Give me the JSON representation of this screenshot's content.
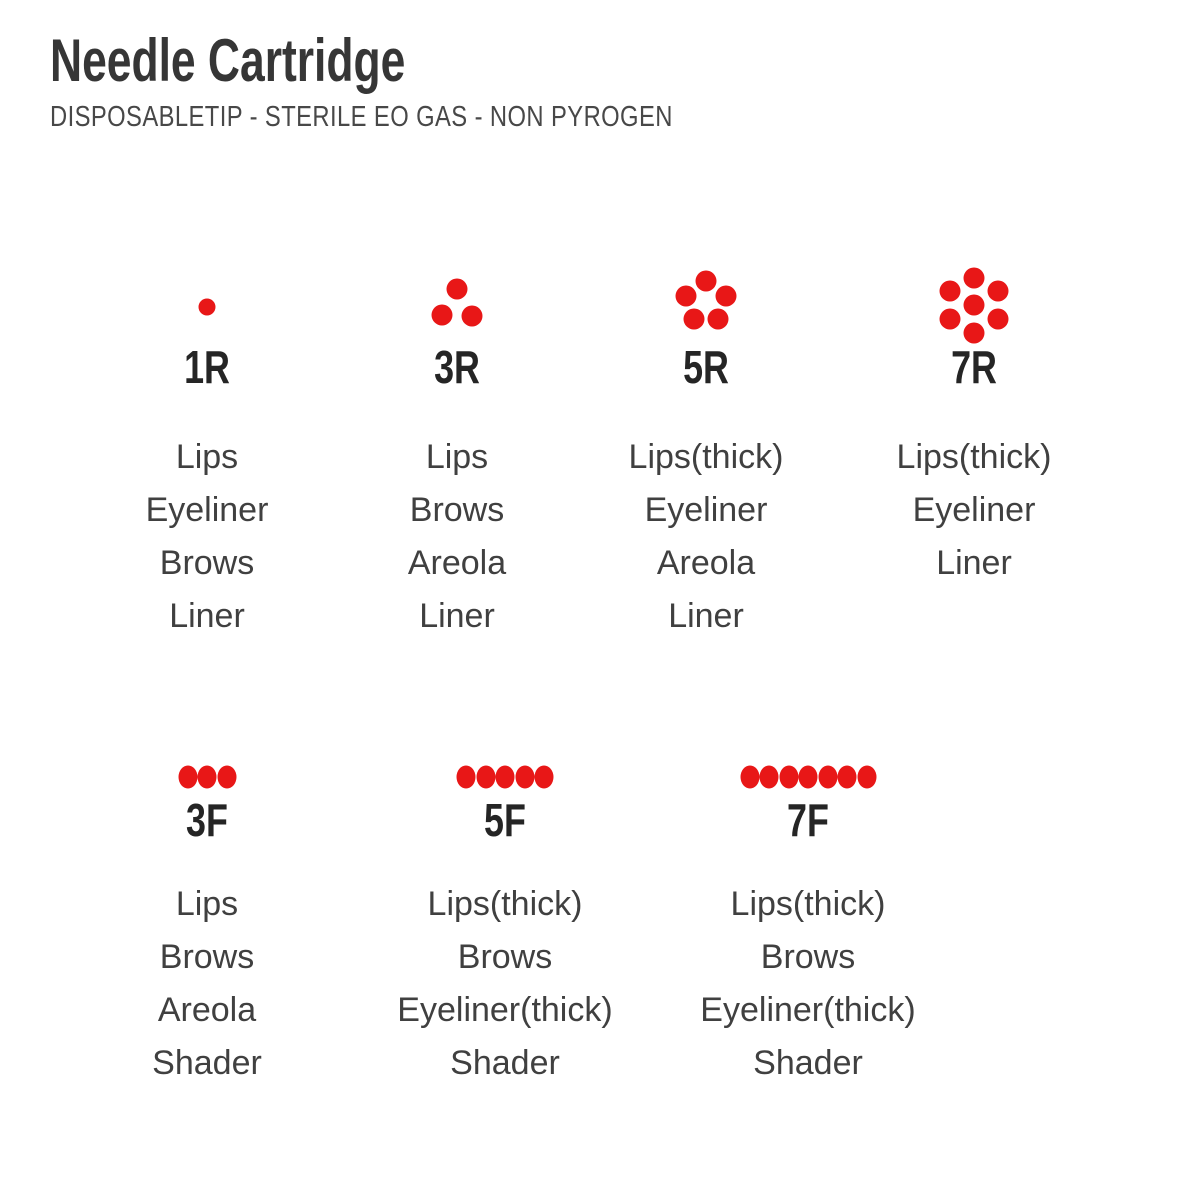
{
  "header": {
    "title": "Needle Cartridge",
    "subtitle": "DISPOSABLETIP - STERILE EO GAS - NON PYROGEN"
  },
  "colors": {
    "dot_red": "#e81717",
    "title_text": "#363636",
    "body_text": "#404040"
  },
  "needles": {
    "top_row": [
      {
        "label": "1R",
        "needle_count": 1,
        "pattern": "round-1",
        "uses": [
          "Lips",
          "Eyeliner",
          "Brows",
          "Liner"
        ]
      },
      {
        "label": "3R",
        "needle_count": 3,
        "pattern": "round-3",
        "uses": [
          "Lips",
          "Brows",
          "Areola",
          "Liner"
        ]
      },
      {
        "label": "5R",
        "needle_count": 5,
        "pattern": "round-5",
        "uses": [
          "Lips(thick)",
          "Eyeliner",
          "Areola",
          "Liner"
        ]
      },
      {
        "label": "7R",
        "needle_count": 7,
        "pattern": "round-7",
        "uses": [
          "Lips(thick)",
          "Eyeliner",
          "Liner"
        ]
      }
    ],
    "bottom_row": [
      {
        "label": "3F",
        "needle_count": 3,
        "pattern": "flat-3",
        "uses": [
          "Lips",
          "Brows",
          "Areola",
          "Shader"
        ]
      },
      {
        "label": "5F",
        "needle_count": 5,
        "pattern": "flat-5",
        "uses": [
          "Lips(thick)",
          "Brows",
          "Eyeliner(thick)",
          "Shader"
        ]
      },
      {
        "label": "7F",
        "needle_count": 7,
        "pattern": "flat-7",
        "uses": [
          "Lips(thick)",
          "Brows",
          "Eyeliner(thick)",
          "Shader"
        ]
      }
    ]
  }
}
